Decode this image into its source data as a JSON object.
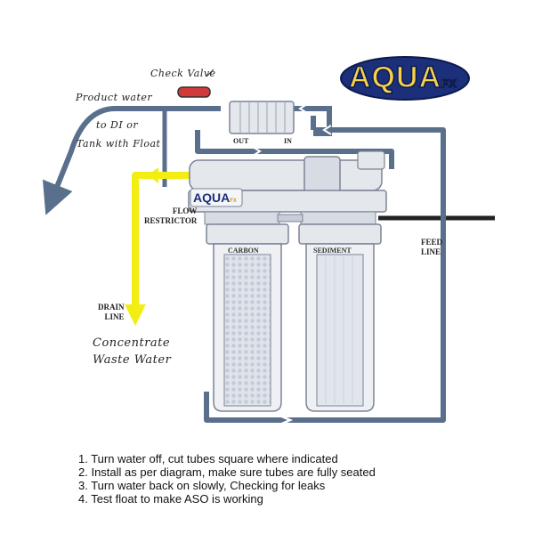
{
  "brand": {
    "logo": "AQUA",
    "logo_suffix": "FX"
  },
  "labels": {
    "check_valve": "Check Valve",
    "product_water": "Product water",
    "to_di_or": "to DI or",
    "tank_with_float": "Tank with Float",
    "out": "OUT",
    "in": "IN",
    "flow_restrictor_line1": "FLOW",
    "flow_restrictor_line2": "RESTRICTOR",
    "feed_line1": "FEED",
    "feed_line2": "LINE",
    "drain_line1": "DRAIN",
    "drain_line2": "LINE",
    "concentrate_line1": "Concentrate",
    "concentrate_line2": "Waste Water",
    "carbon": "CARBON",
    "sediment": "SEDIMENT"
  },
  "instructions": [
    "1. Turn water off,  cut tubes square where indicated",
    "2. Install as per diagram, make sure tubes are fully seated",
    "3. Turn water back on slowly, Checking for leaks",
    "4. Test float to make ASO is working"
  ],
  "colors": {
    "tube": "#5a6f8c",
    "drain": "#f2ee12",
    "housing": "#e4e7ec",
    "outline": "#7b8496",
    "check_valve": "#d23a3a",
    "feed_pipe": "#222222"
  },
  "icons": [
    "flow-arrow-icon",
    "pressure-gauge-icon",
    "check-valve-icon"
  ]
}
